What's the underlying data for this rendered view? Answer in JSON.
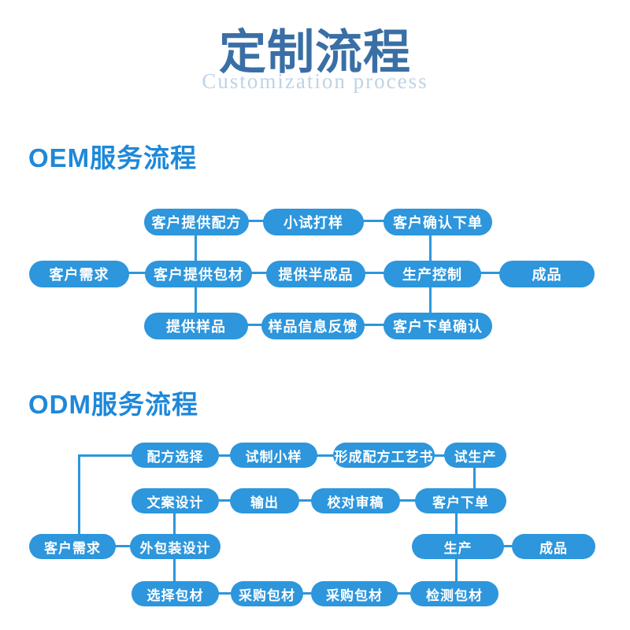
{
  "colors": {
    "page_bg": "#FFFFFF",
    "pill_blue": "#2D96DC",
    "line_blue": "#2D96DC",
    "heading_blue": "#1E88D9",
    "title_blue": "#3A6FA5",
    "subtitle_blue": "#BFD3E4",
    "pill_text": "#FFFFFF"
  },
  "title": {
    "text": "定制流程",
    "subtitle": "Customization process"
  },
  "diagram": {
    "flows": [
      {
        "heading": "OEM服务流程",
        "rows": [
          [
            "客户提供配方",
            "小试打样",
            "客户确认下单"
          ],
          [
            "客户需求",
            "客户提供包材",
            "提供半成品",
            "生产控制",
            "成品"
          ],
          [
            "提供样品",
            "样品信息反馈",
            "客户下单确认"
          ]
        ]
      },
      {
        "heading": "ODM服务流程",
        "rows": [
          [
            "配方选择",
            "试制小样",
            "形成配方工艺书",
            "试生产"
          ],
          [
            "文案设计",
            "输出",
            "校对审稿",
            "客户下单"
          ],
          [
            "客户需求",
            "外包装设计",
            "生产",
            "成品"
          ],
          [
            "选择包材",
            "采购包材",
            "采购包材",
            "检测包材"
          ]
        ]
      }
    ]
  }
}
